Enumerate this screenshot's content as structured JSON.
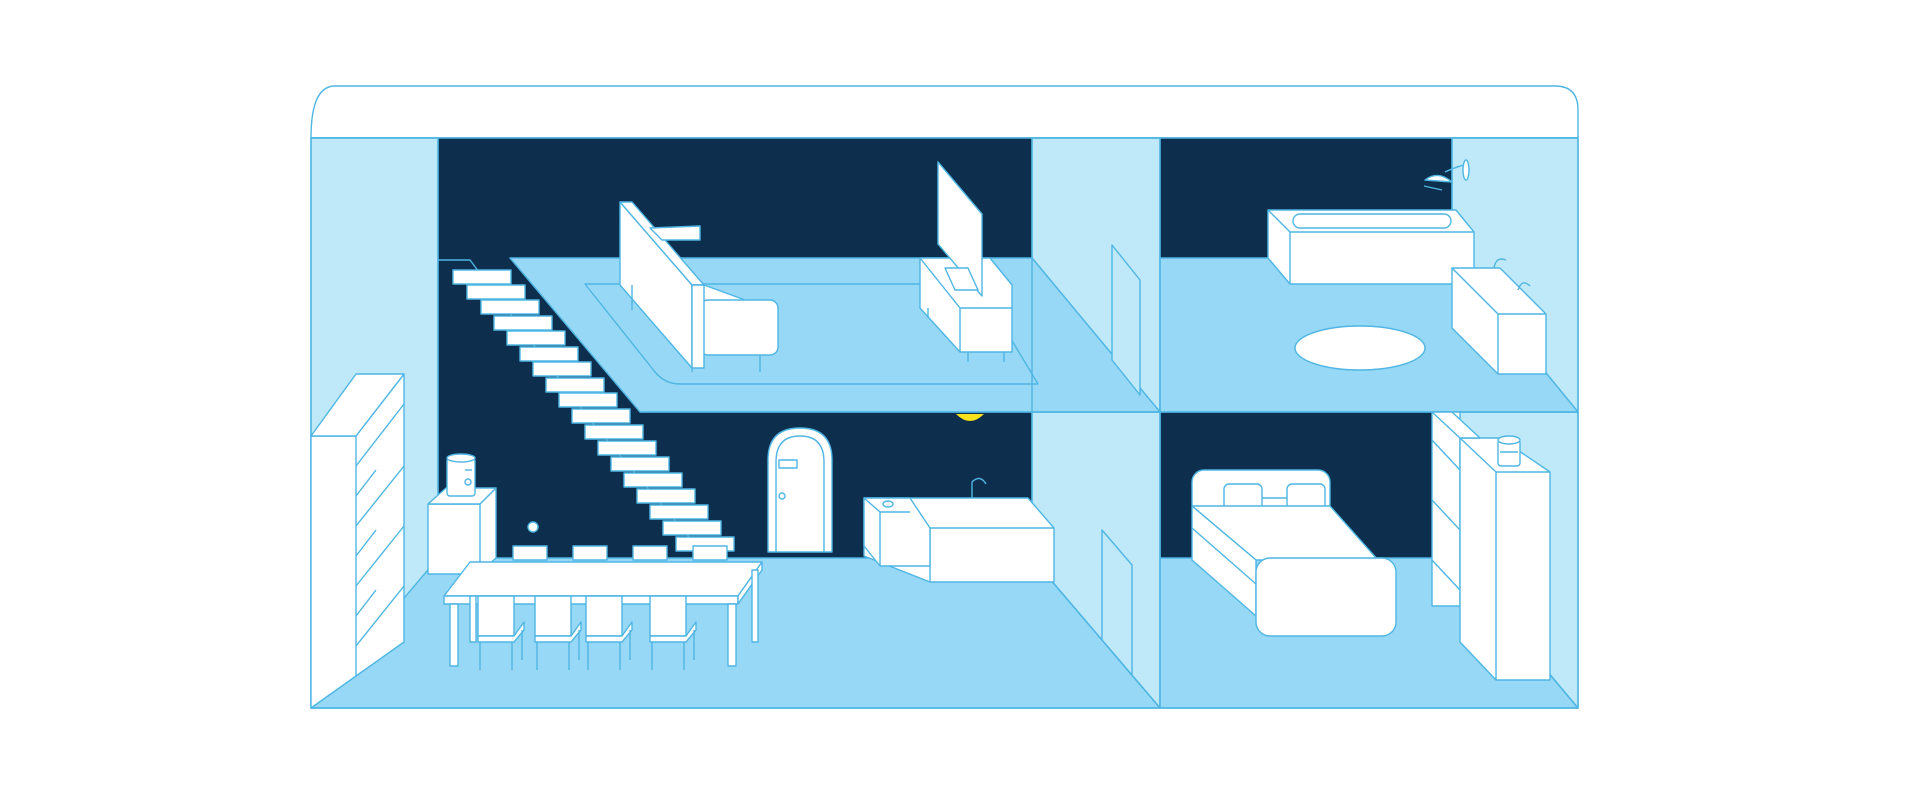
{
  "illustration": {
    "subject": "isometric-house-cutaway",
    "colors": {
      "background": "#ffffff",
      "outline": "#4fb6e3",
      "dark_wall": "#0d2f4d",
      "floor": "#96d8f5",
      "side_wall": "#bfe9f8",
      "furniture": "#ffffff",
      "lamp": "#f7e21b"
    },
    "rooms": [
      {
        "name": "living-room",
        "items": [
          "sofa-icon",
          "tv-icon",
          "rug-icon"
        ]
      },
      {
        "name": "bathroom",
        "items": [
          "bathtub-icon",
          "shower-icon",
          "sink-icon",
          "bath-mat-icon"
        ]
      },
      {
        "name": "dining-kitchen",
        "items": [
          "staircase-icon",
          "bookshelf-icon",
          "dining-table-icon",
          "door-icon",
          "kitchen-counter-icon",
          "ceiling-lamp-icon"
        ]
      },
      {
        "name": "bedroom",
        "items": [
          "bed-icon",
          "wardrobe-icon"
        ]
      }
    ]
  }
}
